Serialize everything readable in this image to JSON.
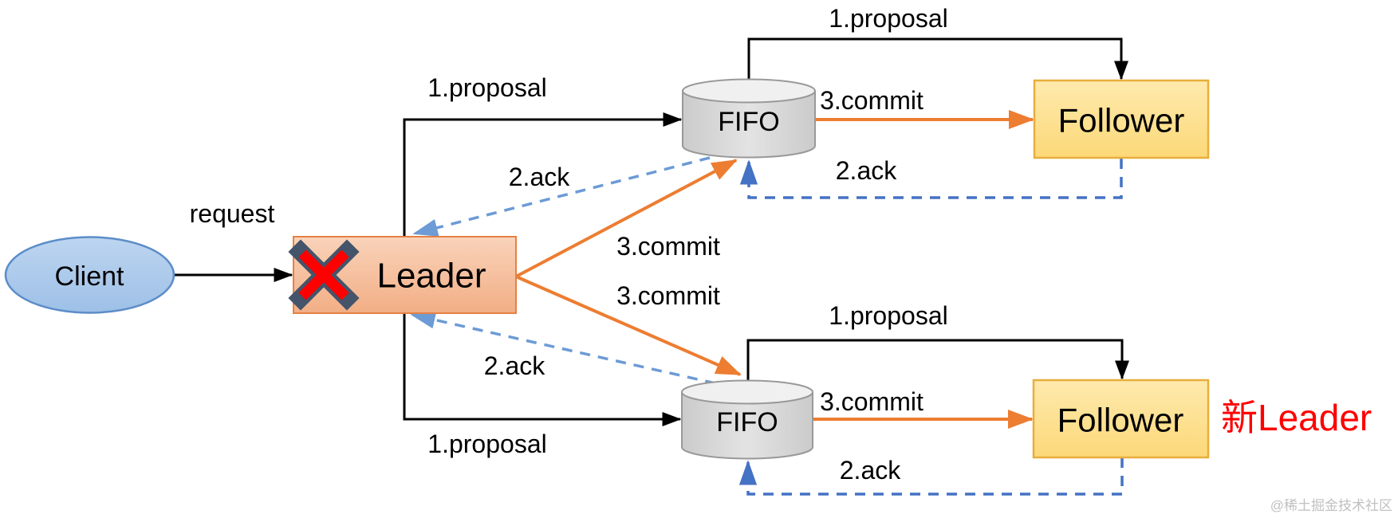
{
  "diagram": {
    "title_context": "ZAB protocol message flow with failed leader",
    "nodes": {
      "client": {
        "label": "Client"
      },
      "leader": {
        "label": "Leader",
        "status_icon": "failed-x-icon"
      },
      "fifo_top": {
        "label": "FIFO"
      },
      "fifo_bottom": {
        "label": "FIFO"
      },
      "follower_top": {
        "label": "Follower"
      },
      "follower_bottom": {
        "label": "Follower"
      }
    },
    "edge_labels": {
      "request": "request",
      "proposal_top_left": "1.proposal",
      "proposal_bottom_left": "1.proposal",
      "proposal_top_right": "1.proposal",
      "proposal_bottom_right": "1.proposal",
      "commit_mid_top": "3.commit",
      "commit_mid_bottom": "3.commit",
      "commit_top_right": "3.commit",
      "commit_bottom_right": "3.commit",
      "ack_top_left": "2.ack",
      "ack_bottom_left": "2.ack",
      "ack_top_right": "2.ack",
      "ack_bottom_right": "2.ack"
    },
    "annotations": {
      "new_leader": "新Leader",
      "watermark": "@稀土掘金技术社区"
    },
    "colors": {
      "bg": "#FFFFFF",
      "line": "#000000",
      "orange": "#ED7D31",
      "blue-light": "#6C9BD5",
      "blue-dark": "#4472C4",
      "leader-fill": "#F5BE9C",
      "leader-border": "#E58144",
      "follower-fill": "#FDDf8F",
      "follower-border": "#E8AE3C",
      "client-fill": "#AECBEC",
      "client-border": "#5C8DC8",
      "cylinder-fill": "#D5D5D5",
      "red": "#FF0000",
      "x-outline": "#44546A",
      "watermark": "#C0C0C0"
    }
  }
}
